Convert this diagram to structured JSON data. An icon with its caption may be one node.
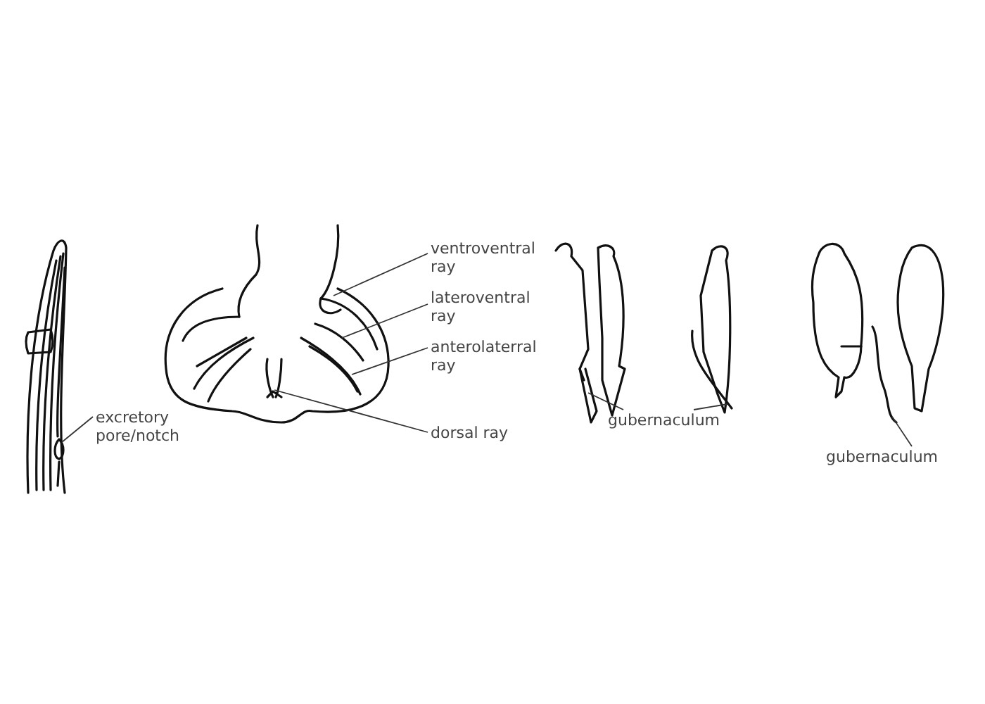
{
  "diagram": {
    "nodes": [
      {
        "text": [
          "excretory pore/notch"
        ]
      },
      {
        "text": [
          "ventroventral ray"
        ]
      },
      {
        "text": [
          "lateroventral ray"
        ]
      },
      {
        "text": [
          "anterolaterral ray"
        ]
      },
      {
        "text": [
          "dorsal ray"
        ]
      },
      {
        "text": [
          "gubernaculum"
        ]
      },
      {
        "text": [
          "gubernaculum"
        ]
      },
      {
        "text": [],
        "shape": "picture"
      },
      {
        "text": [],
        "shape": "picture"
      },
      {
        "text": [],
        "shape": "picture"
      },
      {
        "text": [],
        "shape": "picture"
      },
      {
        "text": [],
        "shape": "picture"
      },
      {
        "text": [],
        "shape": "picture"
      },
      {
        "text": [],
        "shape": "picture"
      },
      {
        "text": [],
        "shape": "picture"
      }
    ],
    "edges": [
      {
        "from": 0,
        "to": 7,
        "arrow": "none"
      },
      {
        "from": 1,
        "to": 8,
        "arrow": "none"
      },
      {
        "from": 2,
        "to": 9,
        "arrow": "none"
      },
      {
        "from": 3,
        "to": 10,
        "arrow": "none"
      },
      {
        "from": 4,
        "to": 11,
        "arrow": "none"
      },
      {
        "from": 5,
        "to": 12,
        "arrow": "none"
      },
      {
        "from": 5,
        "to": 13,
        "arrow": "none"
      },
      {
        "from": 6,
        "to": 14,
        "arrow": "none"
      }
    ]
  }
}
